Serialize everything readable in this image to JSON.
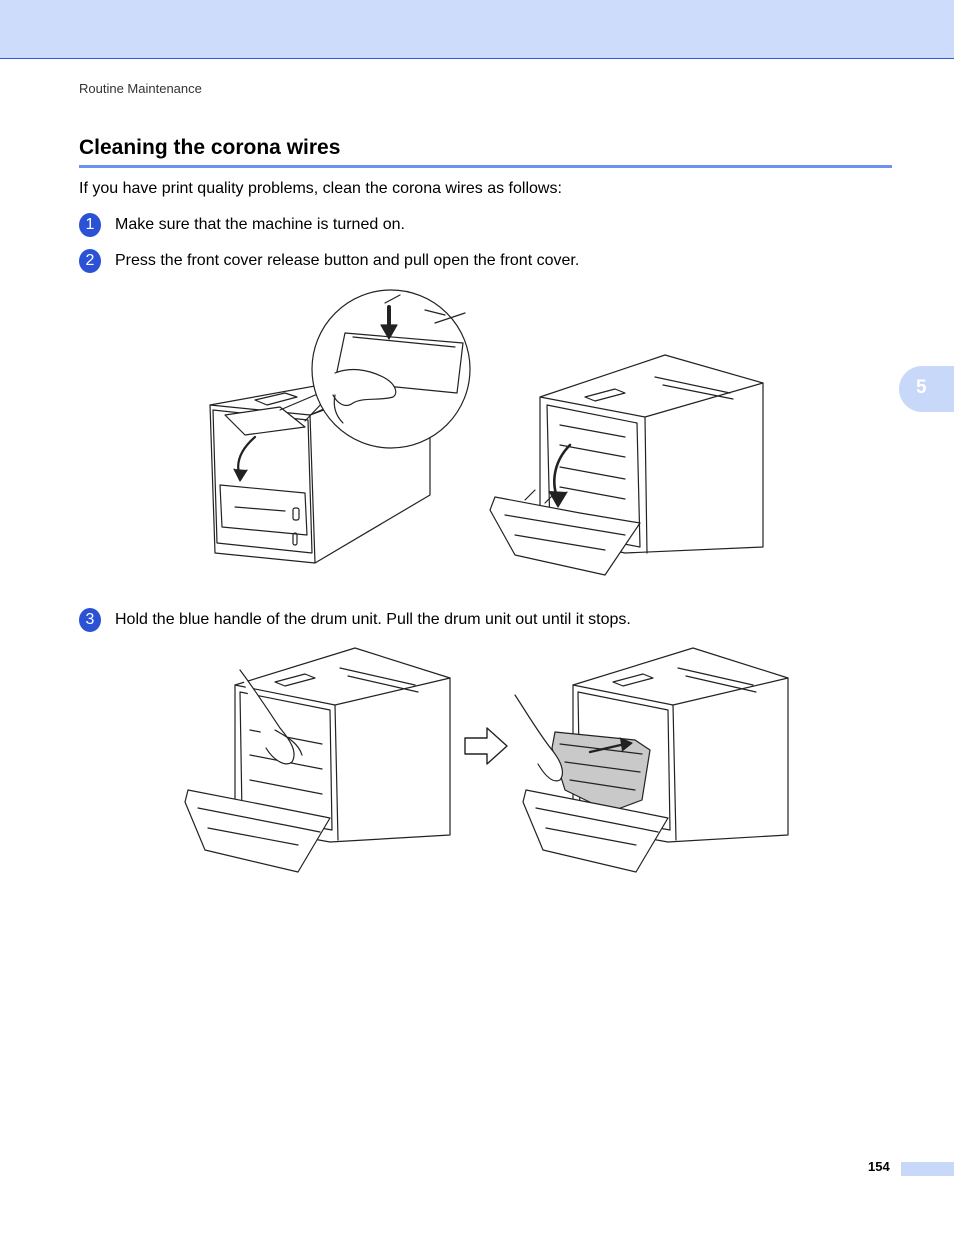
{
  "header": {
    "running_title": "Routine Maintenance"
  },
  "chapter_tab": {
    "number": "5"
  },
  "section": {
    "title": "Cleaning the corona wires",
    "intro": "If you have print quality problems, clean the corona wires as follows:"
  },
  "steps": [
    {
      "number": "1",
      "text": "Make sure that the machine is turned on."
    },
    {
      "number": "2",
      "text": "Press the front cover release button and pull open the front cover."
    },
    {
      "number": "3",
      "text": "Hold the blue handle of the drum unit. Pull the drum unit out until it stops."
    }
  ],
  "figures": {
    "figure1": {
      "description_icon": "printer-open-front-cover-illustration"
    },
    "figure2": {
      "description_icon": "printer-pull-drum-unit-illustration"
    }
  },
  "footer": {
    "page_number": "154"
  },
  "colors": {
    "accent": "#2b52d4",
    "band": "#cddcfb",
    "rule": "#6e92ef"
  }
}
